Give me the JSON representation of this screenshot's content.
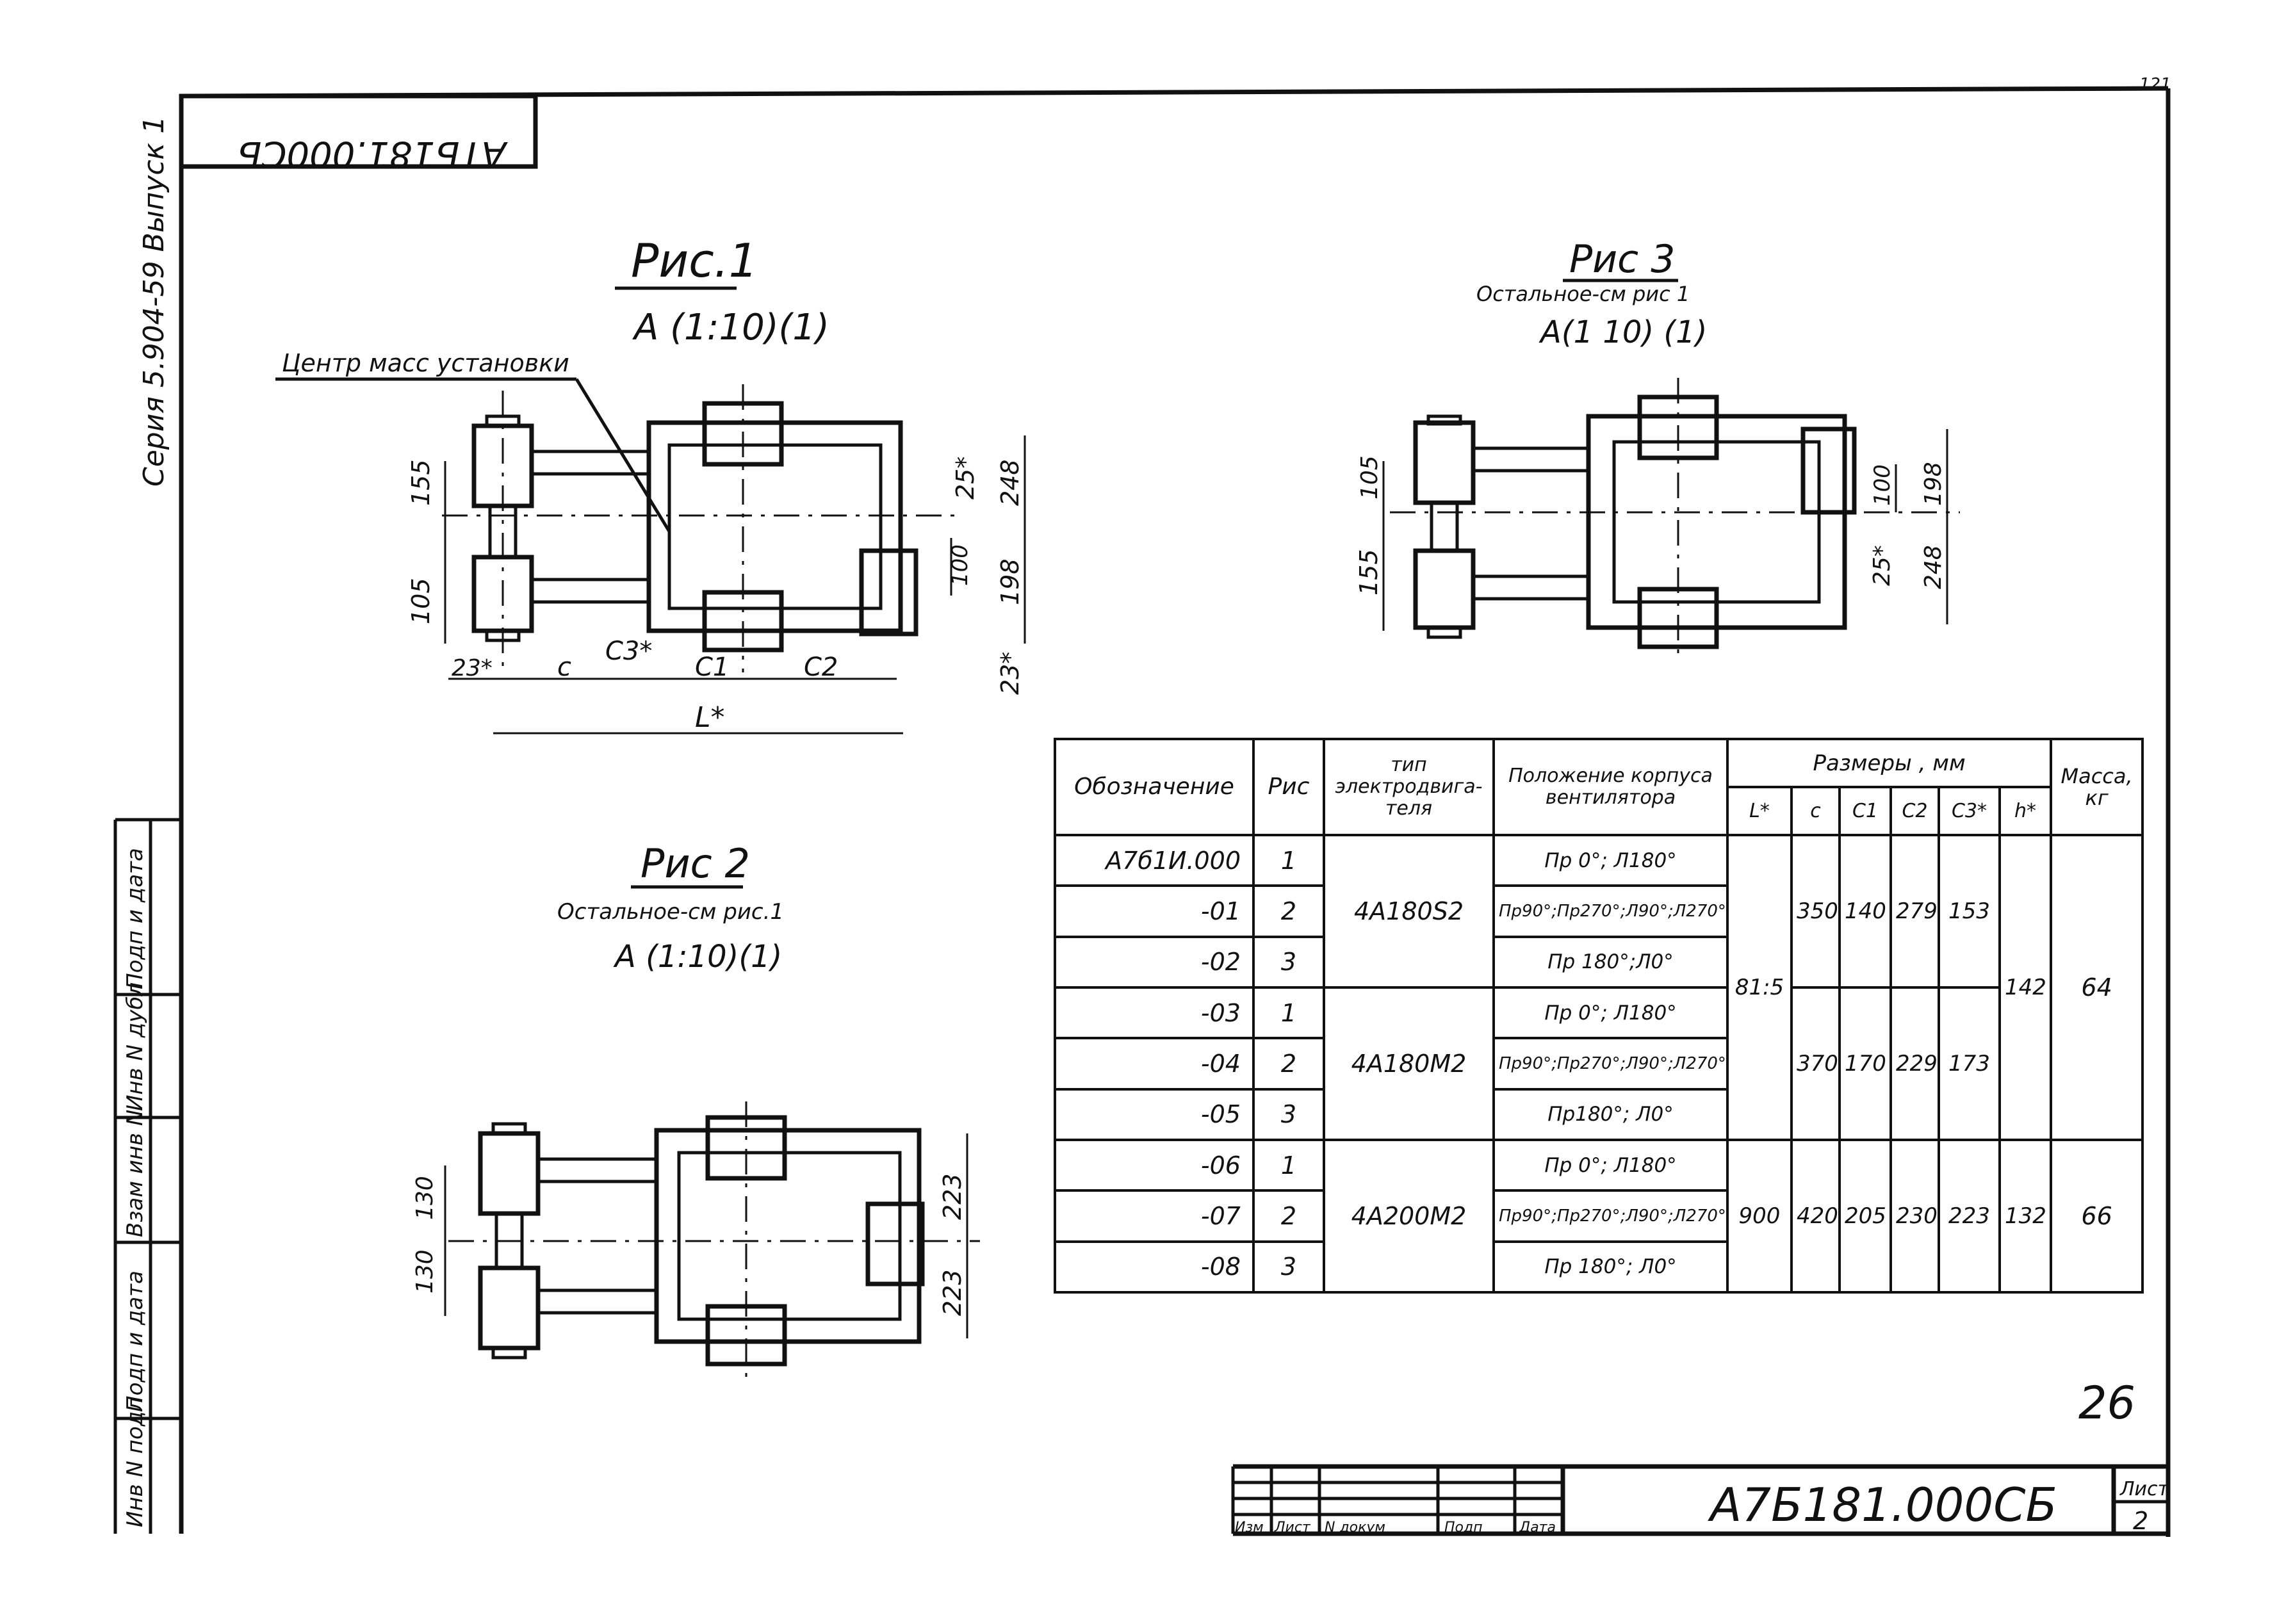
{
  "series_label": "Серия 5.904-59 Выпуск 1",
  "top_code_mirrored": "АТБ181.000СБ",
  "corner_mark": "121",
  "fig1": {
    "title": "Рис.1",
    "view": "А (1:10)(1)",
    "callout": "Центр масс установки",
    "dims": [
      "155",
      "105",
      "25*",
      "248",
      "100",
      "198",
      "23*",
      "23*",
      "c",
      "C3*",
      "C1",
      "C2",
      "L*"
    ]
  },
  "fig2": {
    "title": "Рис 2",
    "note": "Остальное-см рис.1",
    "view": "А (1:10)(1)",
    "dims": [
      "130",
      "130",
      "223",
      "223"
    ]
  },
  "fig3": {
    "title": "Рис 3",
    "note": "Остальное-см рис 1",
    "view": "А(1 10) (1)",
    "dims": [
      "105",
      "155",
      "100",
      "198",
      "25*",
      "248"
    ]
  },
  "table": {
    "headers": {
      "designation": "Обозначение",
      "fig": "Рис",
      "motor": "тип электродвига-теля",
      "position": "Положение корпуса вентилятора",
      "sizes": "Размеры , мм",
      "mass": "Масса, кг",
      "sub": [
        "L*",
        "c",
        "C1",
        "C2",
        "C3*",
        "h*"
      ]
    },
    "rows": [
      {
        "designation": "А7б1И.000",
        "fig": "1",
        "position": "Пр 0°; Л180°"
      },
      {
        "designation": "-01",
        "fig": "2",
        "position": "Пр90°;Пр270°;Л90°;Л270°"
      },
      {
        "designation": "-02",
        "fig": "3",
        "position": "Пр 180°;Л0°"
      },
      {
        "designation": "-03",
        "fig": "1",
        "position": "Пр 0°; Л180°"
      },
      {
        "designation": "-04",
        "fig": "2",
        "position": "Пр90°;Пр270°;Л90°;Л270°"
      },
      {
        "designation": "-05",
        "fig": "3",
        "position": "Пр180°; Л0°"
      },
      {
        "designation": "-06",
        "fig": "1",
        "position": "Пр 0°; Л180°"
      },
      {
        "designation": "-07",
        "fig": "2",
        "position": "Пр90°;Пр270°;Л90°;Л270°"
      },
      {
        "designation": "-08",
        "fig": "3",
        "position": "Пр 180°; Л0°"
      }
    ],
    "groups": [
      {
        "motor": "4А180S2",
        "c": "350",
        "c1": "140",
        "c2": "279",
        "c3": "153"
      },
      {
        "motor": "4А180М2",
        "c": "370",
        "c1": "170",
        "c2": "229",
        "c3": "173"
      },
      {
        "motor": "4А200М2",
        "L": "900",
        "c": "420",
        "c1": "205",
        "c2": "230",
        "c3": "223",
        "h": "132",
        "mass": "66"
      }
    ],
    "merged": {
      "L_group12": "81:5",
      "h_group12": "142",
      "mass_group12": "64"
    }
  },
  "page_number_handwritten": "26",
  "stamp": {
    "code": "А7Б181.000СБ",
    "sheet_label": "Лист",
    "sheet_number": "2",
    "columns": [
      "Изм",
      "Лист",
      "N докум",
      "Подп",
      "Дата"
    ]
  },
  "left_strip": [
    "Подп и дата",
    "Взам инв N",
    "Инв N дубл",
    "Подп и дата",
    "Инв N подл"
  ]
}
